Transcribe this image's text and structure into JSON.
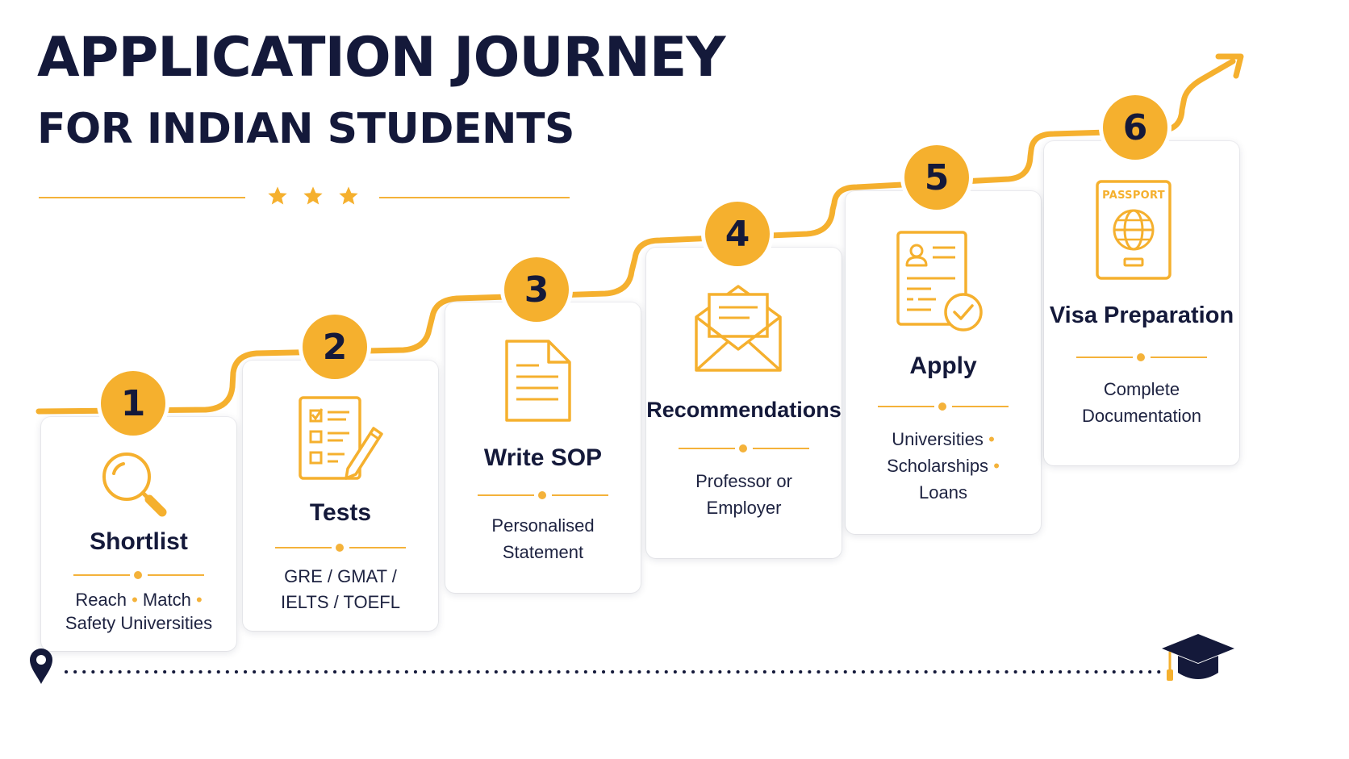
{
  "header": {
    "title_line1": "APPLICATION JOURNEY",
    "title_line2": "FOR INDIAN STUDENTS"
  },
  "colors": {
    "accent": "#f5b02e",
    "navy": "#14193a",
    "card_bg": "#ffffff"
  },
  "steps": [
    {
      "number": "1",
      "title": "Shortlist",
      "icon": "magnifier-icon",
      "desc_lines": [
        [
          "Reach",
          "•",
          "Match",
          "•"
        ],
        [
          "Safety Universities"
        ]
      ]
    },
    {
      "number": "2",
      "title": "Tests",
      "icon": "checklist-pencil-icon",
      "desc_lines": [
        [
          "GRE / GMAT /"
        ],
        [
          "IELTS / TOEFL"
        ]
      ]
    },
    {
      "number": "3",
      "title": "Write SOP",
      "icon": "document-icon",
      "desc_lines": [
        [
          "Personalised"
        ],
        [
          "Statement"
        ]
      ]
    },
    {
      "number": "4",
      "title": "Recommendations",
      "icon": "envelope-letter-icon",
      "desc_lines": [
        [
          "Professor or"
        ],
        [
          "Employer"
        ]
      ]
    },
    {
      "number": "5",
      "title": "Apply",
      "icon": "profile-form-check-icon",
      "desc_lines": [
        [
          "Universities",
          "•"
        ],
        [
          "Scholarships",
          "•"
        ],
        [
          "Loans"
        ]
      ]
    },
    {
      "number": "6",
      "title": "Visa Preparation",
      "icon": "passport-icon",
      "passport_label": "PASSPORT",
      "desc_lines": [
        [
          "Complete"
        ],
        [
          "Documentation"
        ]
      ]
    }
  ],
  "footer": {
    "start_icon": "location-pin-icon",
    "end_icon": "graduation-cap-icon"
  }
}
